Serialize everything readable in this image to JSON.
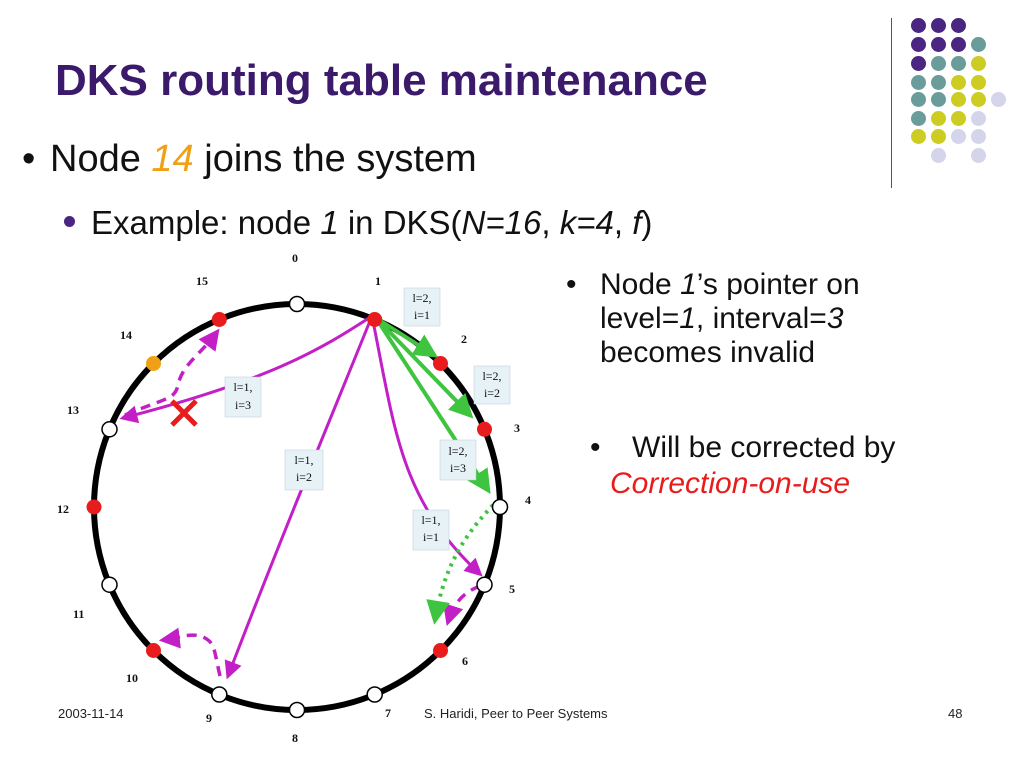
{
  "slide": {
    "title": "DKS routing table maintenance",
    "bullet1_prefix": "Node ",
    "bullet1_node": "14",
    "bullet1_suffix": " joins the system",
    "bullet2_prefix": "Example: node ",
    "bullet2_node": "1",
    "bullet2_mid": " in DKS(",
    "bullet2_N": "N",
    "bullet2_eq1": "=16",
    "bullet2_comma1": ", ",
    "bullet2_k": "k",
    "bullet2_eq2": "=4",
    "bullet2_comma2": ", ",
    "bullet2_f": "f",
    "bullet2_close": ")",
    "side_node": "Node ",
    "side_node_num": "1",
    "side_apos": "’",
    "side_rest1": "s pointer on",
    "side_level": "level=",
    "side_level_val": "1",
    "side_interval": ", interval=",
    "side_interval_val": "3",
    "side_rest2": "becomes invalid",
    "side2_line1": "Will be corrected by",
    "side2_line2": "Correction-on-use",
    "bullet_char": "•"
  },
  "diagram": {
    "node_labels": [
      "0",
      "1",
      "2",
      "3",
      "4",
      "5",
      "6",
      "7",
      "8",
      "9",
      "10",
      "11",
      "12",
      "13",
      "14",
      "15"
    ],
    "node_states": [
      "empty",
      "red",
      "red",
      "red",
      "empty",
      "empty",
      "red",
      "empty",
      "empty",
      "empty",
      "red",
      "empty",
      "red",
      "empty",
      "orange",
      "red"
    ],
    "boxes": [
      {
        "l1": "l=2,",
        "l2": "i=1"
      },
      {
        "l1": "l=2,",
        "l2": "i=2"
      },
      {
        "l1": "l=2,",
        "l2": "i=3"
      },
      {
        "l1": "l=1,",
        "l2": "i=1"
      },
      {
        "l1": "l=1,",
        "l2": "i=2"
      },
      {
        "l1": "l=1,",
        "l2": "i=3"
      }
    ]
  },
  "footer": {
    "date": "2003-11-14",
    "author": "S. Haridi, Peer to Peer Systems",
    "page": "48"
  },
  "colors": {
    "title": "#3b1a6b",
    "purple_arrow": "#c21fc7",
    "green_arrow": "#3ec43e",
    "red_node": "#e81c1c",
    "orange_node": "#f0a014",
    "cross": "#e81c1c",
    "dot_purple": "#4b2582",
    "dot_teal": "#6b9c9c",
    "dot_yellow": "#cccc22",
    "dot_lavender": "#d4d4ea"
  }
}
